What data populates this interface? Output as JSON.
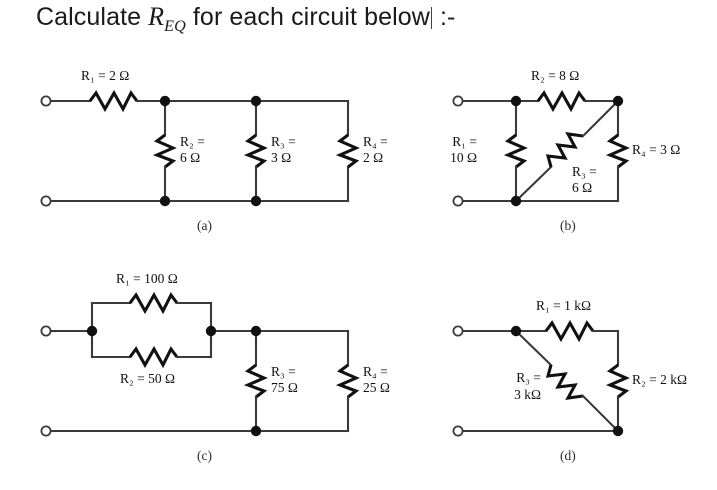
{
  "title": {
    "prefix": "Calculate ",
    "symbol": "R",
    "symbol_sub": "EQ",
    "suffix": " for each circuit below",
    "tail": " :-",
    "has_caret": true
  },
  "colors": {
    "background": "#ffffff",
    "wire": "#3a3a3a",
    "component": "#111111",
    "text": "#1a1a1a"
  },
  "circuits": [
    {
      "id": "a",
      "caption": "(a)",
      "description": "R1 in series with parallel combination of R2, R3, R4",
      "components": [
        {
          "name": "R1",
          "symbol": "R",
          "sub": "1",
          "value": "2",
          "unit": "Ω",
          "orientation": "horizontal",
          "label_line1": "R₁ = 2 Ω",
          "label_line2": ""
        },
        {
          "name": "R2",
          "symbol": "R",
          "sub": "2",
          "value": "6",
          "unit": "Ω",
          "orientation": "vertical",
          "label_line1": "R₂ =",
          "label_line2": "6 Ω"
        },
        {
          "name": "R3",
          "symbol": "R",
          "sub": "3",
          "value": "3",
          "unit": "Ω",
          "orientation": "vertical",
          "label_line1": "R₃ =",
          "label_line2": "3 Ω"
        },
        {
          "name": "R4",
          "symbol": "R",
          "sub": "4",
          "value": "2",
          "unit": "Ω",
          "orientation": "vertical",
          "label_line1": "R₄ =",
          "label_line2": "2 Ω"
        }
      ]
    },
    {
      "id": "b",
      "caption": "(b)",
      "description": "Bridge-like network: R1 vertical left, R2 horizontal top, R3 diagonal, R4 vertical right",
      "components": [
        {
          "name": "R1",
          "symbol": "R",
          "sub": "1",
          "value": "10",
          "unit": "Ω",
          "orientation": "vertical",
          "label_line1": "R₁ =",
          "label_line2": "10 Ω"
        },
        {
          "name": "R2",
          "symbol": "R",
          "sub": "2",
          "value": "8",
          "unit": "Ω",
          "orientation": "horizontal",
          "label_line1": "R₂ = 8 Ω",
          "label_line2": ""
        },
        {
          "name": "R3",
          "symbol": "R",
          "sub": "3",
          "value": "6",
          "unit": "Ω",
          "orientation": "diagonal",
          "label_line1": "R₃ =",
          "label_line2": "6 Ω"
        },
        {
          "name": "R4",
          "symbol": "R",
          "sub": "4",
          "value": "3",
          "unit": "Ω",
          "orientation": "vertical",
          "label_line1": "R₄ = 3 Ω",
          "label_line2": ""
        }
      ]
    },
    {
      "id": "c",
      "caption": "(c)",
      "description": "R1 parallel R2, in series with R3 parallel R4",
      "components": [
        {
          "name": "R1",
          "symbol": "R",
          "sub": "1",
          "value": "100",
          "unit": "Ω",
          "orientation": "horizontal",
          "label_line1": "R₁ = 100 Ω",
          "label_line2": ""
        },
        {
          "name": "R2",
          "symbol": "R",
          "sub": "2",
          "value": "50",
          "unit": "Ω",
          "orientation": "horizontal",
          "label_line1": "R₂ = 50 Ω",
          "label_line2": ""
        },
        {
          "name": "R3",
          "symbol": "R",
          "sub": "3",
          "value": "75",
          "unit": "Ω",
          "orientation": "vertical",
          "label_line1": "R₃ =",
          "label_line2": "75 Ω"
        },
        {
          "name": "R4",
          "symbol": "R",
          "sub": "4",
          "value": "25",
          "unit": "Ω",
          "orientation": "vertical",
          "label_line1": "R₄ =",
          "label_line2": "25 Ω"
        }
      ]
    },
    {
      "id": "d",
      "caption": "(d)",
      "description": "R1 top horizontal, R2 right vertical, R3 diagonal",
      "components": [
        {
          "name": "R1",
          "symbol": "R",
          "sub": "1",
          "value": "1",
          "unit": "kΩ",
          "orientation": "horizontal",
          "label_line1": "R₁ = 1 kΩ",
          "label_line2": ""
        },
        {
          "name": "R2",
          "symbol": "R",
          "sub": "2",
          "value": "2",
          "unit": "kΩ",
          "orientation": "vertical",
          "label_line1": "R₂ = 2 kΩ",
          "label_line2": ""
        },
        {
          "name": "R3",
          "symbol": "R",
          "sub": "3",
          "value": "3",
          "unit": "kΩ",
          "orientation": "diagonal",
          "label_line1": "R₃ =",
          "label_line2": "3 kΩ"
        }
      ]
    }
  ]
}
